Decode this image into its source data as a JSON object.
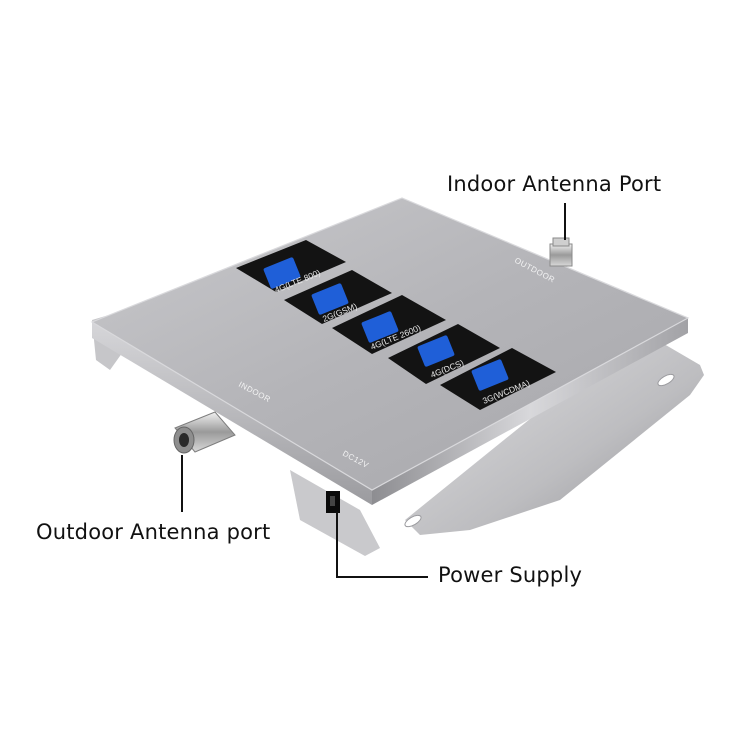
{
  "callouts": {
    "indoor_antenna": "Indoor Antenna Port",
    "outdoor_antenna": "Outdoor Antenna port",
    "power_supply": "Power Supply"
  },
  "engravings": {
    "outdoor": "OUTDOOR",
    "indoor": "INDOOR",
    "dc": "DC12V"
  },
  "bands": [
    {
      "label": "4G(LTE 800)",
      "icon": "signal-indicator-icon"
    },
    {
      "label": "2G(GSM)",
      "icon": "signal-indicator-icon"
    },
    {
      "label": "4G(LTE 2600)",
      "icon": "signal-indicator-icon"
    },
    {
      "label": "4G(DCS)",
      "icon": "signal-indicator-icon"
    },
    {
      "label": "3G(WCDMA)",
      "icon": "signal-indicator-icon"
    }
  ],
  "colors": {
    "body_silver": "#b9b9bc",
    "label_black": "#111111",
    "indicator_blue": "#1f5fd8"
  }
}
